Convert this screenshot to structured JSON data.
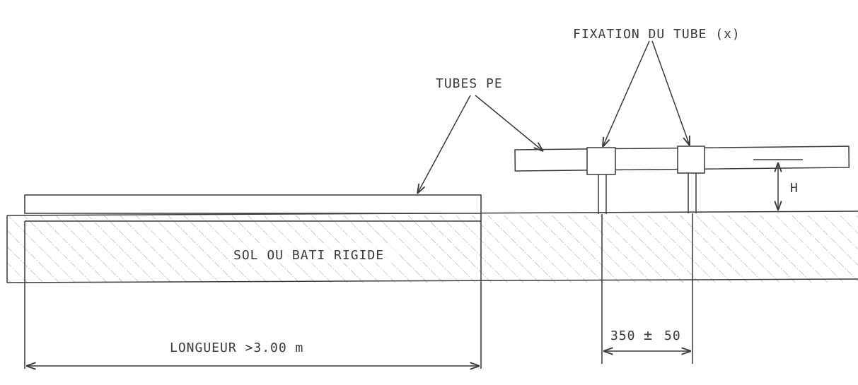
{
  "labels": {
    "fixation": "FIXATION DU TUBE (x)",
    "tubes": "TUBES PE",
    "height": "H",
    "ground": "SOL OU BATI RIGIDE",
    "length": "LONGUEUR >3.00 m",
    "spacing_value": "350",
    "spacing_tolerance": "50"
  },
  "colors": {
    "ink": "#3a3a3a",
    "background": "#ffffff"
  }
}
